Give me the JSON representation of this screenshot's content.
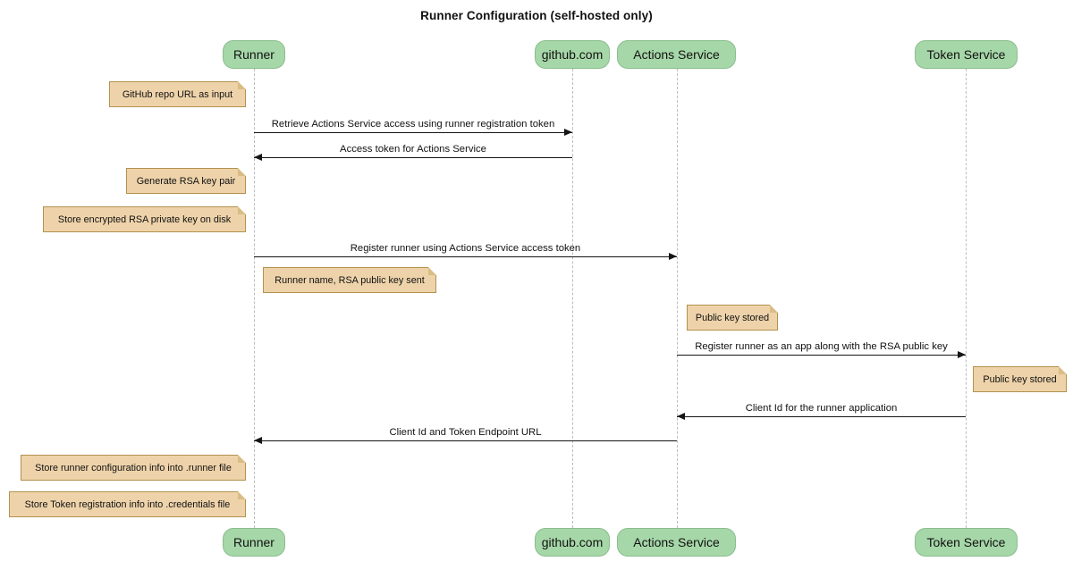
{
  "title": "Runner Configuration (self-hosted only)",
  "participants": [
    {
      "name": "Runner"
    },
    {
      "name": "github.com"
    },
    {
      "name": "Actions Service"
    },
    {
      "name": "Token Service"
    }
  ],
  "messages": [
    {
      "text": "Retrieve Actions Service access using runner registration token",
      "from": "Runner",
      "to": "github.com"
    },
    {
      "text": "Access token for Actions Service",
      "from": "github.com",
      "to": "Runner"
    },
    {
      "text": "Register runner using Actions Service access token",
      "from": "Runner",
      "to": "Actions Service"
    },
    {
      "text": "Register runner as an app along with the RSA public key",
      "from": "Actions Service",
      "to": "Token Service"
    },
    {
      "text": "Client Id for the runner application",
      "from": "Token Service",
      "to": "Actions Service"
    },
    {
      "text": "Client Id and Token Endpoint URL",
      "from": "Actions Service",
      "to": "Runner"
    }
  ],
  "notes": [
    {
      "text": "GitHub repo URL as input",
      "anchor": "Runner",
      "side": "left"
    },
    {
      "text": "Generate RSA key pair",
      "anchor": "Runner",
      "side": "left"
    },
    {
      "text": "Store encrypted RSA private key on disk",
      "anchor": "Runner",
      "side": "left"
    },
    {
      "text": "Runner name, RSA public key sent",
      "anchor": "Runner",
      "side": "right"
    },
    {
      "text": "Public key stored",
      "anchor": "Actions Service",
      "side": "right"
    },
    {
      "text": "Public key stored",
      "anchor": "Token Service",
      "side": "right"
    },
    {
      "text": "Store runner configuration info into .runner file",
      "anchor": "Runner",
      "side": "left"
    },
    {
      "text": "Store Token registration info into .credentials file",
      "anchor": "Runner",
      "side": "left"
    }
  ],
  "colors": {
    "participant_fill": "#a6d7a8",
    "participant_border": "#8bbd8d",
    "note_fill": "#eed3aa",
    "note_border": "#b3914f",
    "note_fold": "#d9bd85",
    "lifeline": "#bdbdbd",
    "arrow": "#151515",
    "text": "#111111",
    "background": "#ffffff"
  }
}
